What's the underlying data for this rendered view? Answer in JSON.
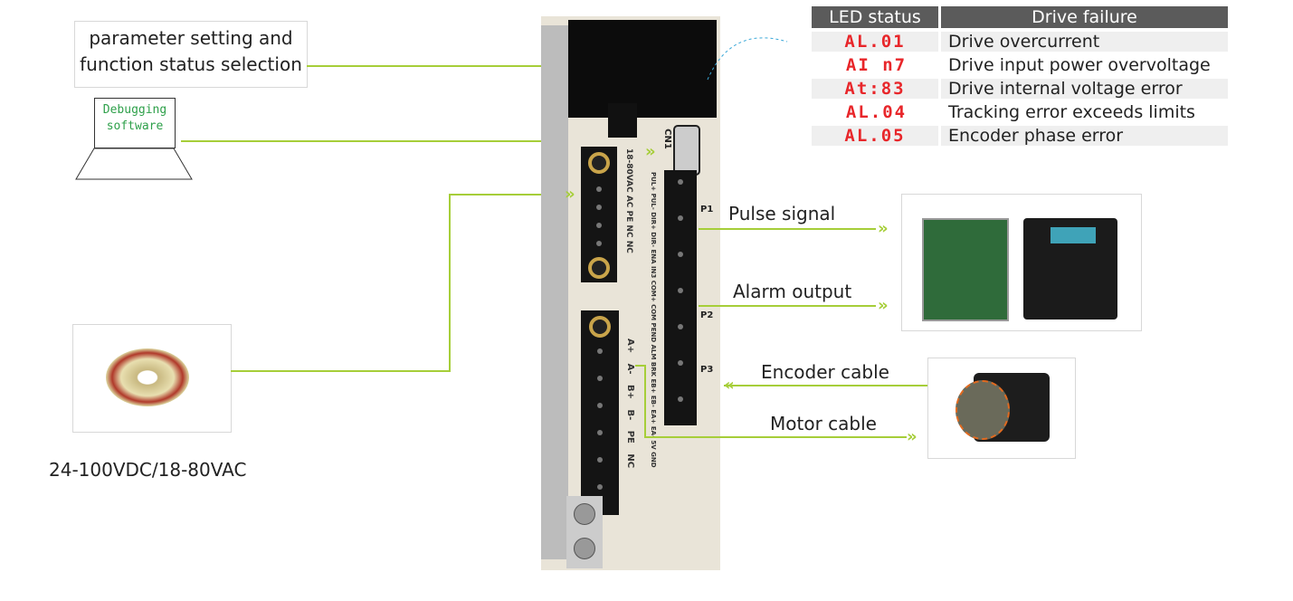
{
  "param_box": {
    "line1": "parameter setting and",
    "line2": "function status selection"
  },
  "laptop": {
    "line1": "Debugging",
    "line2": "software"
  },
  "power_label": "24-100VDC/18-80VAC",
  "signals": {
    "pulse": "Pulse signal",
    "alarm": "Alarm output",
    "encoder": "Encoder cable",
    "motor": "Motor cable"
  },
  "table": {
    "headers": [
      "LED status",
      "Drive failure"
    ],
    "rows": [
      {
        "led": "AL.01",
        "failure": "Drive overcurrent"
      },
      {
        "led": "AI n7",
        "failure": "Drive input power overvoltage"
      },
      {
        "led": "At:83",
        "failure": "Drive internal voltage error"
      },
      {
        "led": "AL.04",
        "failure": "Tracking error exceeds limits"
      },
      {
        "led": "AL.05",
        "failure": "Encoder phase error"
      }
    ]
  },
  "drive": {
    "cn1": "CN1",
    "p1": "P1",
    "p2": "P2",
    "p3": "P3",
    "power_pins": "18-80VAC AC PE NC NC",
    "signal_pins": "PUL+ PUL- DIR+ DIR- ENA IN3 COM+ COM PEND ALM BRK EB+ EB- EA+ EA- 5V GND",
    "motor_pins": "A+ A- B+ B- PE NC"
  },
  "colors": {
    "line": "#a6ce39",
    "led": "#e8262a",
    "header": "#5b5b5b"
  }
}
